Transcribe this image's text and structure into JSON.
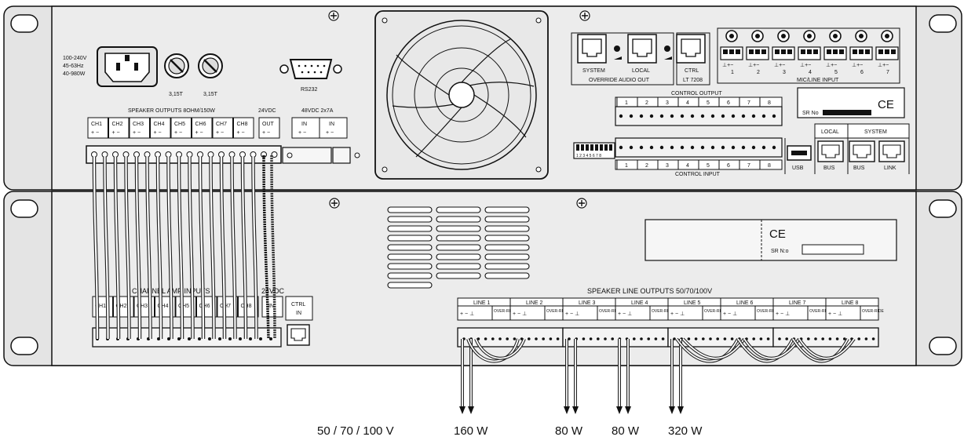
{
  "top_unit": {
    "power": {
      "line1": "100-240V",
      "line2": "45-63Hz",
      "line3": "40-980W"
    },
    "fuses": [
      "3,15T",
      "3,15T"
    ],
    "rs232": "RS232",
    "speaker_outputs_title": "SPEAKER OUTPUTS 8OHM/150W",
    "channels": [
      "CH1",
      "CH2",
      "CH3",
      "CH4",
      "CH5",
      "CH6",
      "CH7",
      "CH8"
    ],
    "dc_out_title": "24VDC",
    "dc_out_label": "OUT",
    "dc_in_title": "48VDC 2x7A",
    "dc_in_labels": [
      "IN",
      "IN"
    ],
    "override": {
      "system": "SYSTEM",
      "local": "LOCAL",
      "ctrl": "CTRL",
      "model": "LT 7208",
      "title": "OVERRIDE AUDIO OUT"
    },
    "mic_line": {
      "title": "MIC/LINE INPUT",
      "numbers": [
        "1",
        "2",
        "3",
        "4",
        "5",
        "6",
        "7"
      ]
    },
    "control_output": {
      "title": "CONTROL OUTPUT",
      "numbers": [
        "1",
        "2",
        "3",
        "4",
        "5",
        "6",
        "7",
        "8"
      ]
    },
    "control_input": {
      "title": "CONTROL INPUT",
      "numbers": [
        "1",
        "2",
        "3",
        "4",
        "5",
        "6",
        "7",
        "8"
      ]
    },
    "serial_label": "SR No",
    "ce": "CE",
    "dip": "1 2 3 4 5 6 7 8",
    "usb": "USB",
    "bus_local_title": "LOCAL",
    "bus_system_title": "SYSTEM",
    "bus_labels": [
      "BUS",
      "BUS",
      "LINK"
    ]
  },
  "bottom_unit": {
    "ce": "CE",
    "serial_label": "SR N:o",
    "speaker_line_title": "SPEAKER LINE OUTPUTS 50/70/100V",
    "lines": [
      "LINE 1",
      "LINE 2",
      "LINE 3",
      "LINE 4",
      "LINE 5",
      "LINE 6",
      "LINE 7",
      "LINE 8"
    ],
    "pin_labels": "+ − ⊥",
    "override_label": "OVER-RIDE",
    "amp_inputs_title": "CHANNEL AMP INPUTS",
    "amp_channels": [
      "CH1",
      "CH2",
      "CH3",
      "CH4",
      "CH5",
      "CH6",
      "CH7",
      "CH8"
    ],
    "dc_title": "24VDC",
    "dc_in": "IN",
    "ctrl_in_line1": "CTRL",
    "ctrl_in_line2": "IN"
  },
  "annotations": [
    "50 / 70 / 100 V",
    "160 W",
    "80 W",
    "80 W",
    "320 W"
  ]
}
